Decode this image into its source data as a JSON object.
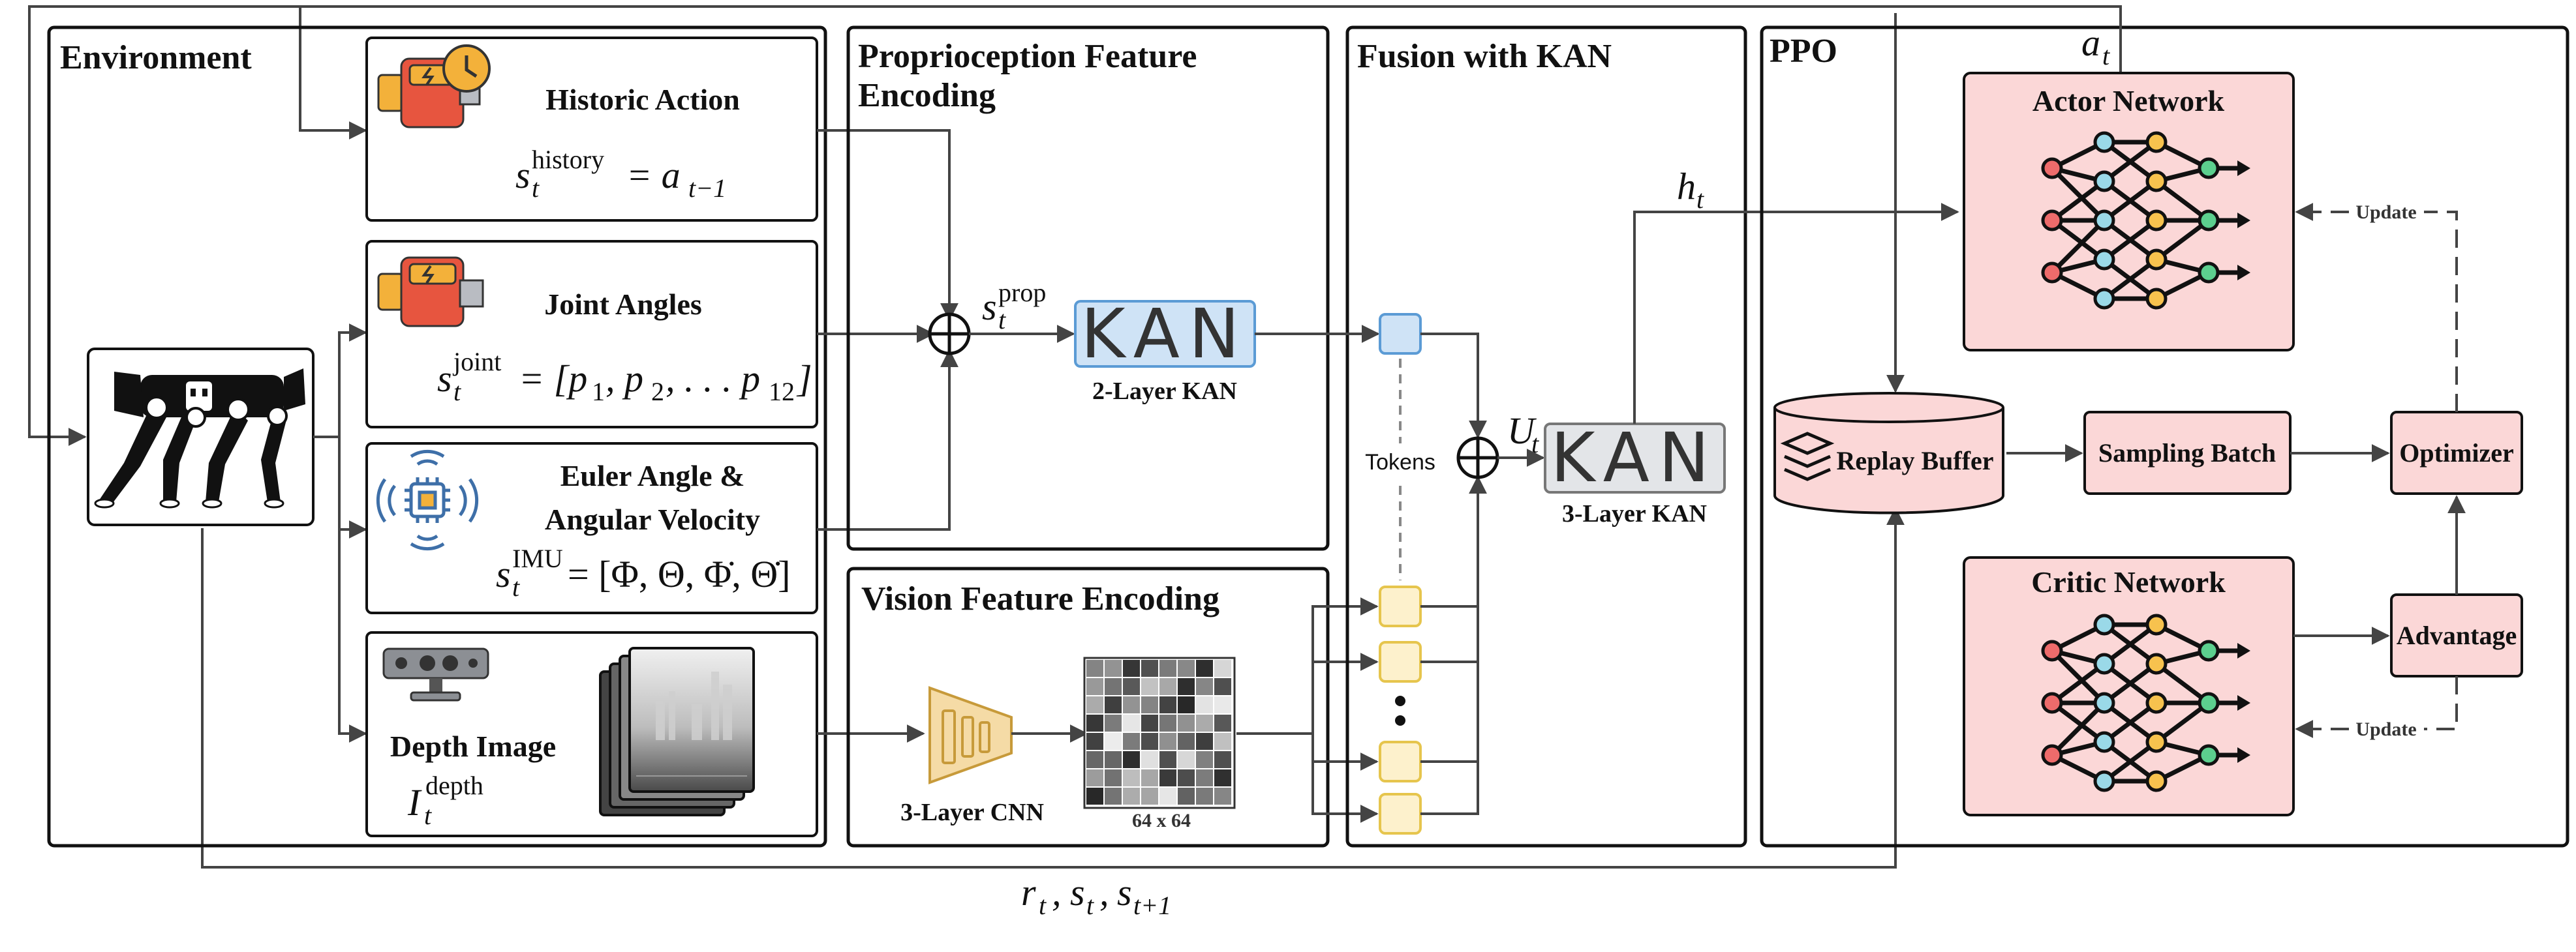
{
  "environment": {
    "title": "Environment"
  },
  "cards": {
    "historic": {
      "title": "Historic Action",
      "formula_s": "s",
      "formula_sub": "t",
      "formula_sup": "history",
      "formula_rhs": "= a",
      "formula_rhs_sub": "t−1"
    },
    "joint": {
      "title": "Joint Angles",
      "formula_s": "s",
      "formula_sub": "t",
      "formula_sup": "joint",
      "formula_rhs": "= [p",
      "formula_rhs_rest": ", p",
      "formula_rhs_end": ", . . . p",
      "sub1": "1",
      "sub2": "2",
      "sub3": "12",
      "close": "]"
    },
    "imu": {
      "title_line1": "Euler Angle &",
      "title_line2": "Angular Velocity",
      "formula_s": "s",
      "formula_sub": "t",
      "formula_sup": "IMU",
      "formula_rhs": "= [Φ, Θ, Φ̇, Θ̇]"
    },
    "depth": {
      "title": "Depth Image",
      "formula_s": "I",
      "formula_sub": "t",
      "formula_sup": "depth"
    }
  },
  "proprio": {
    "title_line1": "Proprioception Feature",
    "title_line2": "Encoding",
    "sym": "s",
    "sym_sub": "t",
    "sym_sup": "prop",
    "kan_label": "2-Layer KAN",
    "kan_text": "KAN"
  },
  "vision": {
    "title": "Vision Feature Encoding",
    "cnn_label": "3-Layer CNN",
    "grid_label": "64 x 64"
  },
  "fusion": {
    "title": "Fusion with KAN",
    "tokens": "Tokens",
    "u_sym": "U",
    "u_sub": "t",
    "kan_label": "3-Layer KAN",
    "kan_text": "KAN",
    "h_sym": "h",
    "h_sub": "t"
  },
  "ppo": {
    "title": "PPO",
    "a_sym": "a",
    "a_sub": "t",
    "actor": "Actor Network",
    "critic": "Critic Network",
    "replay": "Replay Buffer",
    "sampling": "Sampling Batch",
    "optimizer": "Optimizer",
    "advantage": "Advantage",
    "update_top": "Update",
    "update_bottom": "Update"
  },
  "bottom": {
    "r": "r",
    "s": "s",
    "s_next": "s",
    "sub_t": "t",
    "sub_t2": "t",
    "sub_t1": "t+1"
  },
  "colors": {
    "blue_fill": "#cfe3f6",
    "blue_stroke": "#5b9bd5",
    "yellow_fill": "#fdf1cc",
    "yellow_stroke": "#e6c54d",
    "pink_fill": "#fbd7d7",
    "gray_fill": "#e3e5e8",
    "cnn_fill": "#f5dba6"
  }
}
